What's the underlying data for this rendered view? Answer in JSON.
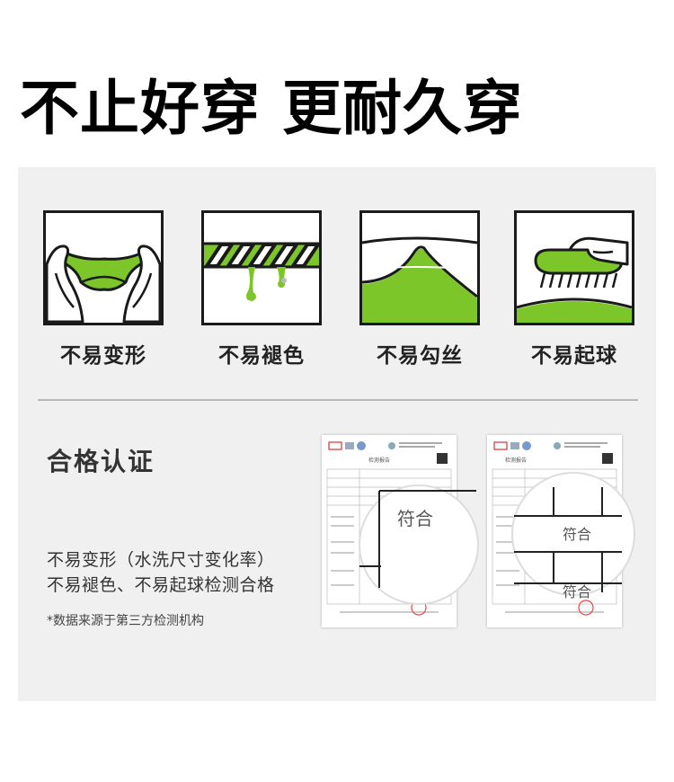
{
  "headline": "不止好穿 更耐久穿",
  "colors": {
    "accent": "#7cc62a",
    "panel": "#f0f0f0",
    "ink": "#1a1a1a"
  },
  "features": [
    {
      "label": "不易变形",
      "icon": "stretch-hands-icon"
    },
    {
      "label": "不易褪色",
      "icon": "rope-dye-drip-icon"
    },
    {
      "label": "不易勾丝",
      "icon": "fabric-snag-icon"
    },
    {
      "label": "不易起球",
      "icon": "fabric-brush-icon"
    }
  ],
  "certification": {
    "title": "合格认证",
    "lines": [
      "不易变形（水洗尺寸变化率）",
      "不易褪色、不易起球检测合格"
    ],
    "note": "*数据来源于第三方检测机构",
    "reports": [
      {
        "doc_title": "检测报告",
        "magnified": [
          "符合"
        ]
      },
      {
        "doc_title": "检测报告",
        "magnified": [
          "符合",
          "符合"
        ]
      }
    ]
  }
}
